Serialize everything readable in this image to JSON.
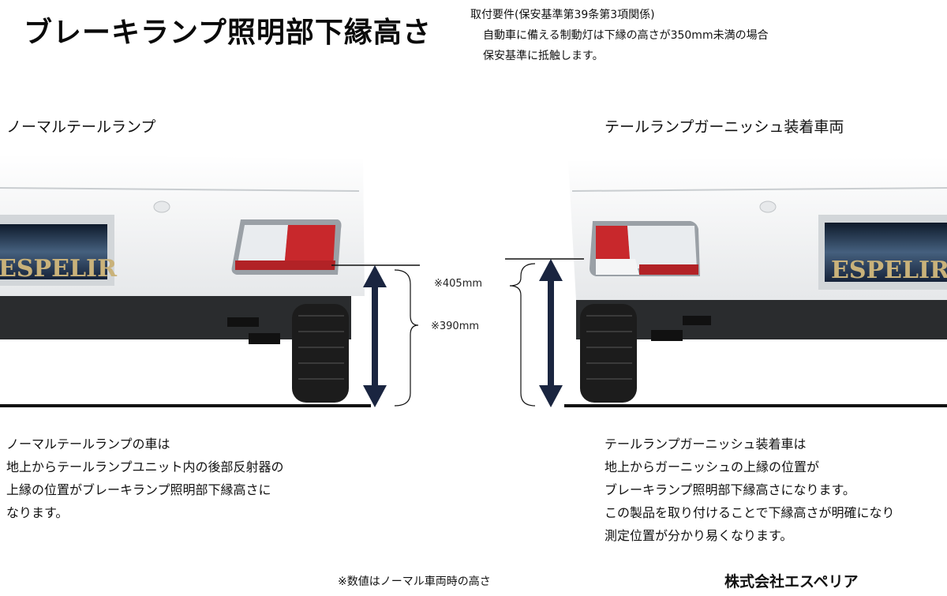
{
  "title": "ブレーキランプ照明部下縁高さ",
  "requirement": {
    "line1": "取付要件(保安基準第39条第3項関係)",
    "line2": "自動車に備える制動灯は下縁の高さが350mm未満の場合",
    "line3": "保安基準に抵触します。"
  },
  "left": {
    "label": "ノーマルテールランプ",
    "plate_text": "ESPELIR",
    "desc": [
      "ノーマルテールランプの車は",
      "地上からテールランプユニット内の後部反射器の",
      "上縁の位置がブレーキランプ照明部下縁高さに",
      "なります。"
    ]
  },
  "right": {
    "label": "テールランプガーニッシュ装着車両",
    "plate_text": "ESPELIR",
    "desc": [
      "テールランプガーニッシュ装着車は",
      "地上からガーニッシュの上縁の位置が",
      "ブレーキランプ照明部下縁高さになります。",
      "この製品を取り付けることで下縁高さが明確になり",
      "測定位置が分かり易くなります。"
    ]
  },
  "measurements": {
    "left_value": "※390mm",
    "right_value": "※405mm"
  },
  "note": "※数値はノーマル車両時の高さ",
  "company": "株式会社エスペリア",
  "colors": {
    "arrow": "#1a2540",
    "lamp_red": "#c8282c",
    "body_white": "#f3f4f5",
    "plate_blue": "#33475f"
  }
}
